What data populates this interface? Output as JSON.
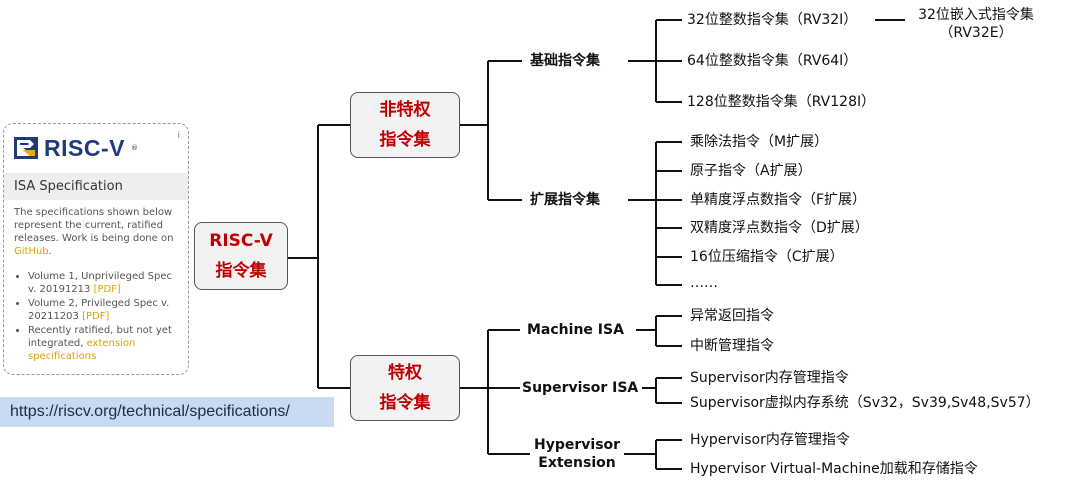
{
  "root": {
    "line1": "RISC-V",
    "line2": "指令集"
  },
  "unprivileged": {
    "line1": "非特权",
    "line2": "指令集",
    "base": {
      "label": "基础指令集",
      "items": [
        "32位整数指令集（RV32I）",
        "64位整数指令集（RV64I）",
        "128位整数指令集（RV128I）"
      ],
      "embedded": {
        "line1": "32位嵌入式指令集",
        "line2": "（RV32E）"
      }
    },
    "extension": {
      "label": "扩展指令集",
      "items": [
        "乘除法指令（M扩展）",
        "原子指令（A扩展）",
        "单精度浮点数指令（F扩展）",
        "双精度浮点数指令（D扩展）",
        "16位压缩指令（C扩展）",
        "……"
      ]
    }
  },
  "privileged": {
    "line1": "特权",
    "line2": "指令集",
    "machine": {
      "label": "Machine  ISA",
      "items": [
        "异常返回指令",
        "中断管理指令"
      ]
    },
    "supervisor": {
      "label": "Supervisor  ISA",
      "items": [
        "Supervisor内存管理指令",
        "Supervisor虚拟内存系统（Sv32，Sv39,Sv48,Sv57）"
      ]
    },
    "hypervisor": {
      "line1": "Hypervisor",
      "line2": "Extension",
      "items": [
        "Hypervisor内存管理指令",
        "Hypervisor Virtual-Machine加载和存储指令"
      ]
    }
  },
  "card": {
    "logo_text": "RISC-V",
    "title": "ISA Specification",
    "desc_before": "The specifications shown below represent the current, ratified releases. Work is being done on ",
    "desc_link": "GitHub",
    "desc_after": ".",
    "items": [
      {
        "text": "Volume 1, Unprivileged Spec v. 20191213 ",
        "link": "[PDF]"
      },
      {
        "text": "Volume 2, Privileged Spec v. 20211203 ",
        "link": "[PDF]"
      },
      {
        "text": "Recently ratified, but not yet integrated, ",
        "link": "extension specifications"
      }
    ]
  },
  "url": "https://riscv.org/technical/specifications/"
}
